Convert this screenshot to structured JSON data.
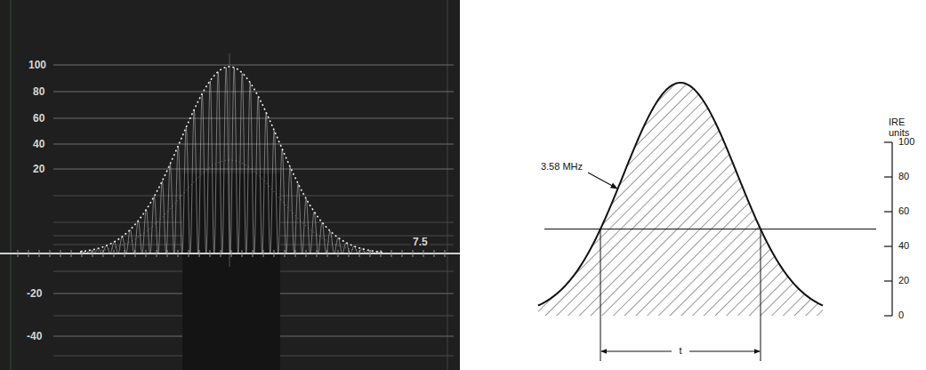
{
  "diagram": {
    "labels": [
      "100",
      "80",
      "60",
      "40",
      "20",
      "7.5",
      "-20",
      "-40",
      "3.58 MHz",
      "t",
      "IRE units",
      "100",
      "80",
      "60",
      "40",
      "20",
      "0"
    ]
  }
}
